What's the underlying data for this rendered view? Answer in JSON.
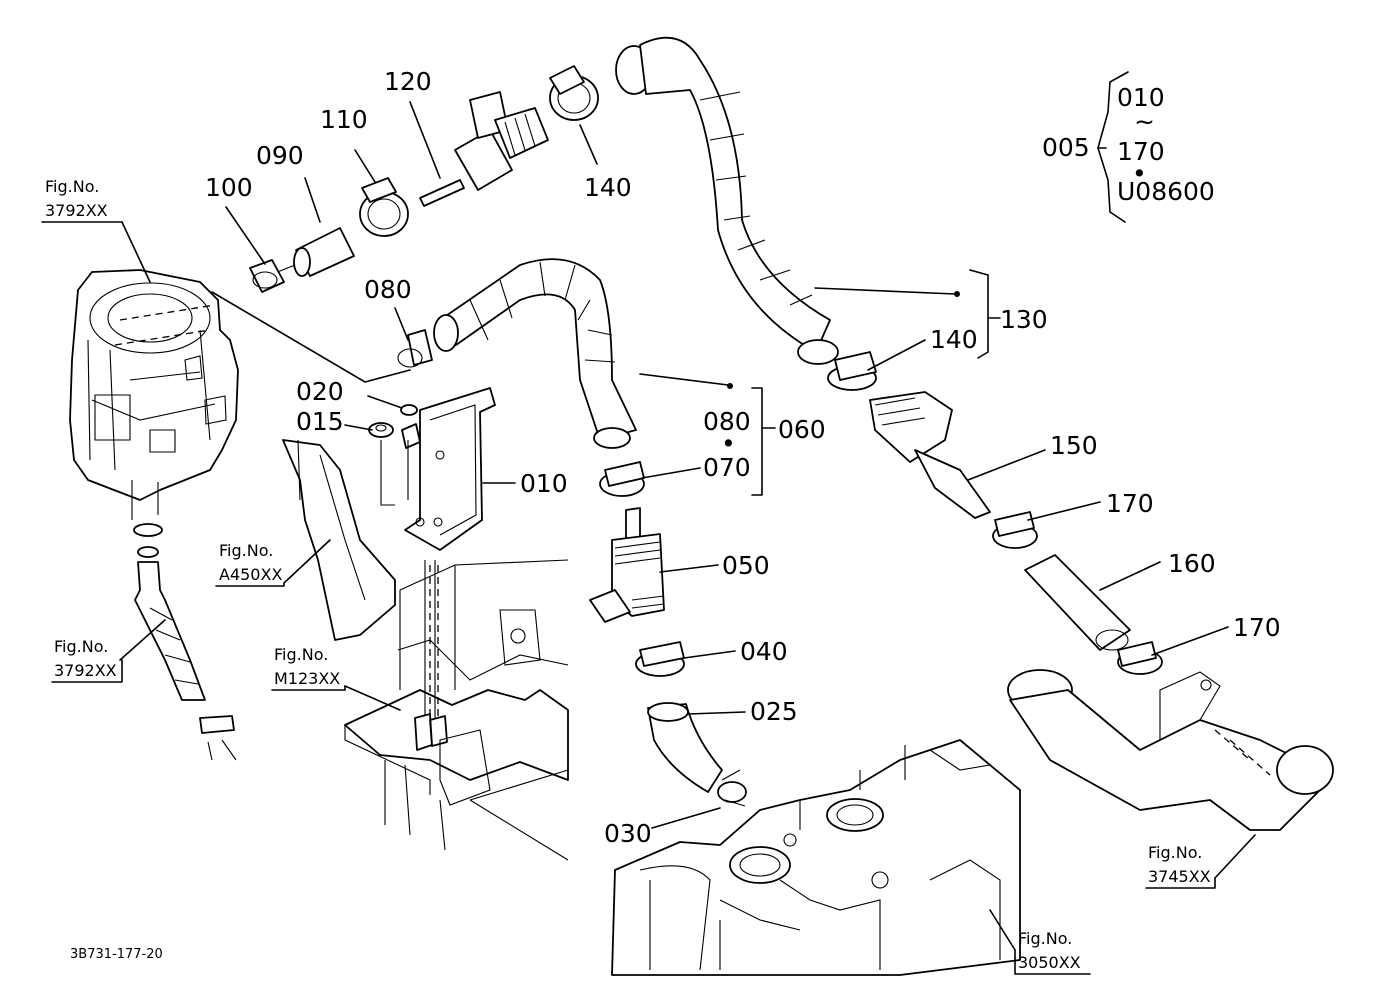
{
  "diagram_id": "3B731-177-20",
  "labels": {
    "p005": "005",
    "p010": "010",
    "p015": "015",
    "p020": "020",
    "p025": "025",
    "p030": "030",
    "p040": "040",
    "p050": "050",
    "p060": "060",
    "p070": "070",
    "p080a": "080",
    "p080b": "080",
    "p090": "090",
    "p100": "100",
    "p110": "110",
    "p120": "120",
    "p130": "130",
    "p140a": "140",
    "p140b": "140",
    "p150": "150",
    "p160": "160",
    "p170a": "170",
    "p170b": "170"
  },
  "group_005": {
    "first": "010",
    "tilde": "~",
    "last": "170",
    "dot": "•",
    "extra": "U08600"
  },
  "dot_060": "•",
  "figure_refs": [
    {
      "caption": "Fig.No.",
      "number": "3792XX"
    },
    {
      "caption": "Fig.No.",
      "number": "3792XX"
    },
    {
      "caption": "Fig.No.",
      "number": "A450XX"
    },
    {
      "caption": "Fig.No.",
      "number": "M123XX"
    },
    {
      "caption": "Fig.No.",
      "number": "3745XX"
    },
    {
      "caption": "Fig.No.",
      "number": "3050XX"
    }
  ]
}
